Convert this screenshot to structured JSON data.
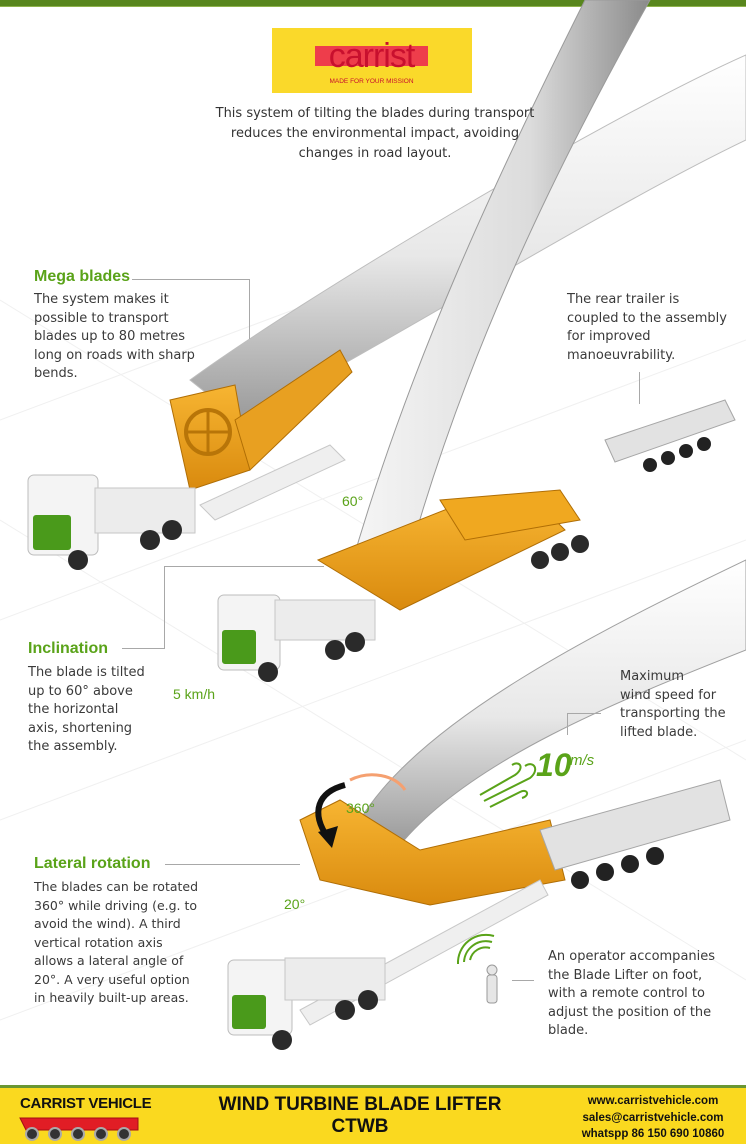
{
  "brand": {
    "logo_word": "carrist",
    "logo_tagline": "MADE FOR YOUR MISSION",
    "colors": {
      "logo_bg": "#fad92a",
      "logo_red": "#ee3d4b",
      "accent_green": "#5aa319",
      "trailer_orange": "#f0a21c",
      "topbar_green": "#58861d"
    }
  },
  "intro": {
    "lines": [
      "This system of tilting the blades during transport",
      "reduces the environmental impact, avoiding",
      "changes in road layout."
    ]
  },
  "sections": {
    "mega_blades": {
      "heading": "Mega blades",
      "lines": [
        "The system makes it",
        "possible to transport",
        "blades up to 80 metres",
        "long on roads with sharp",
        "bends."
      ]
    },
    "rear_trailer": {
      "lines": [
        "The rear trailer is",
        "coupled to the assembly",
        "for improved",
        "manoeuvrability."
      ]
    },
    "inclination": {
      "heading": "Inclination",
      "lines": [
        "The blade is tilted",
        "up to 60° above",
        "the horizontal",
        "axis, shortening",
        "the assembly."
      ]
    },
    "wind_speed": {
      "lines": [
        "Maximum",
        "wind speed for",
        "transporting the",
        "lifted blade."
      ]
    },
    "lateral_rotation": {
      "heading": "Lateral rotation",
      "lines": [
        "The blades can be rotated",
        "360° while driving (e.g. to",
        "avoid the wind). A third",
        "vertical rotation axis",
        "allows a lateral angle of",
        "20°. A very useful option",
        "in heavily built-up areas."
      ]
    },
    "operator": {
      "lines": [
        "An operator accompanies",
        "the Blade Lifter on foot,",
        "with a remote control to",
        "adjust the position of the",
        "blade."
      ]
    }
  },
  "annotations": {
    "angle_60": "60°",
    "speed": "5 km/h",
    "rotation": "360°",
    "lateral_angle": "20°",
    "wind_value": "10",
    "wind_unit": "m/s"
  },
  "footer": {
    "left_title": "CARRIST VEHICLE",
    "center_line1": "WIND TURBINE BLADE LIFTER",
    "center_line2": "CTWB",
    "website": "www.carristvehicle.com",
    "email": "sales@carristvehicle.com",
    "whatsapp": "whatspp 86 150 690 10860"
  }
}
